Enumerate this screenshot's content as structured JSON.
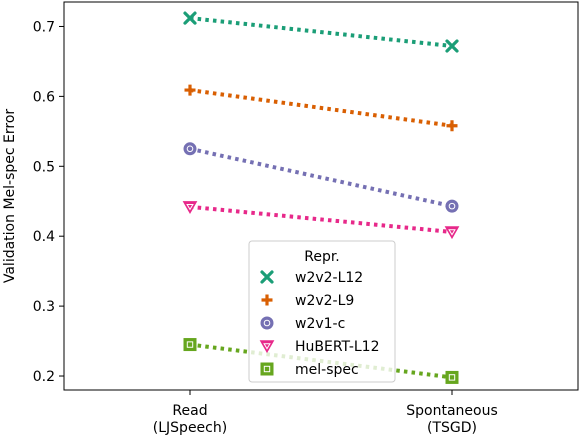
{
  "chart_data": {
    "type": "line",
    "title": "",
    "xlabel": "",
    "ylabel": "Validation Mel-spec Error",
    "categories": [
      [
        "Read",
        "(LJSpeech)"
      ],
      [
        "Spontaneous",
        "(TSGD)"
      ]
    ],
    "ylim": [
      0.18,
      0.735
    ],
    "yticks": [
      0.2,
      0.3,
      0.4,
      0.5,
      0.6,
      0.7
    ],
    "ytick_labels": [
      "0.2",
      "0.3",
      "0.4",
      "0.5",
      "0.6",
      "0.7"
    ],
    "grid": false,
    "line_style": "dotted",
    "legend": {
      "title": "Repr.",
      "placement": "lower-center"
    },
    "series": [
      {
        "name": "w2v2-L12",
        "values": [
          0.712,
          0.672
        ],
        "color": "#1b9e77",
        "marker": "x"
      },
      {
        "name": "w2v2-L9",
        "values": [
          0.609,
          0.558
        ],
        "color": "#d95f02",
        "marker": "plus"
      },
      {
        "name": "w2v1-c",
        "values": [
          0.525,
          0.443
        ],
        "color": "#7570b3",
        "marker": "circle"
      },
      {
        "name": "HuBERT-L12",
        "values": [
          0.442,
          0.406
        ],
        "color": "#e7298a",
        "marker": "triangle-down"
      },
      {
        "name": "mel-spec",
        "values": [
          0.245,
          0.198
        ],
        "color": "#66a61e",
        "marker": "square"
      }
    ]
  }
}
